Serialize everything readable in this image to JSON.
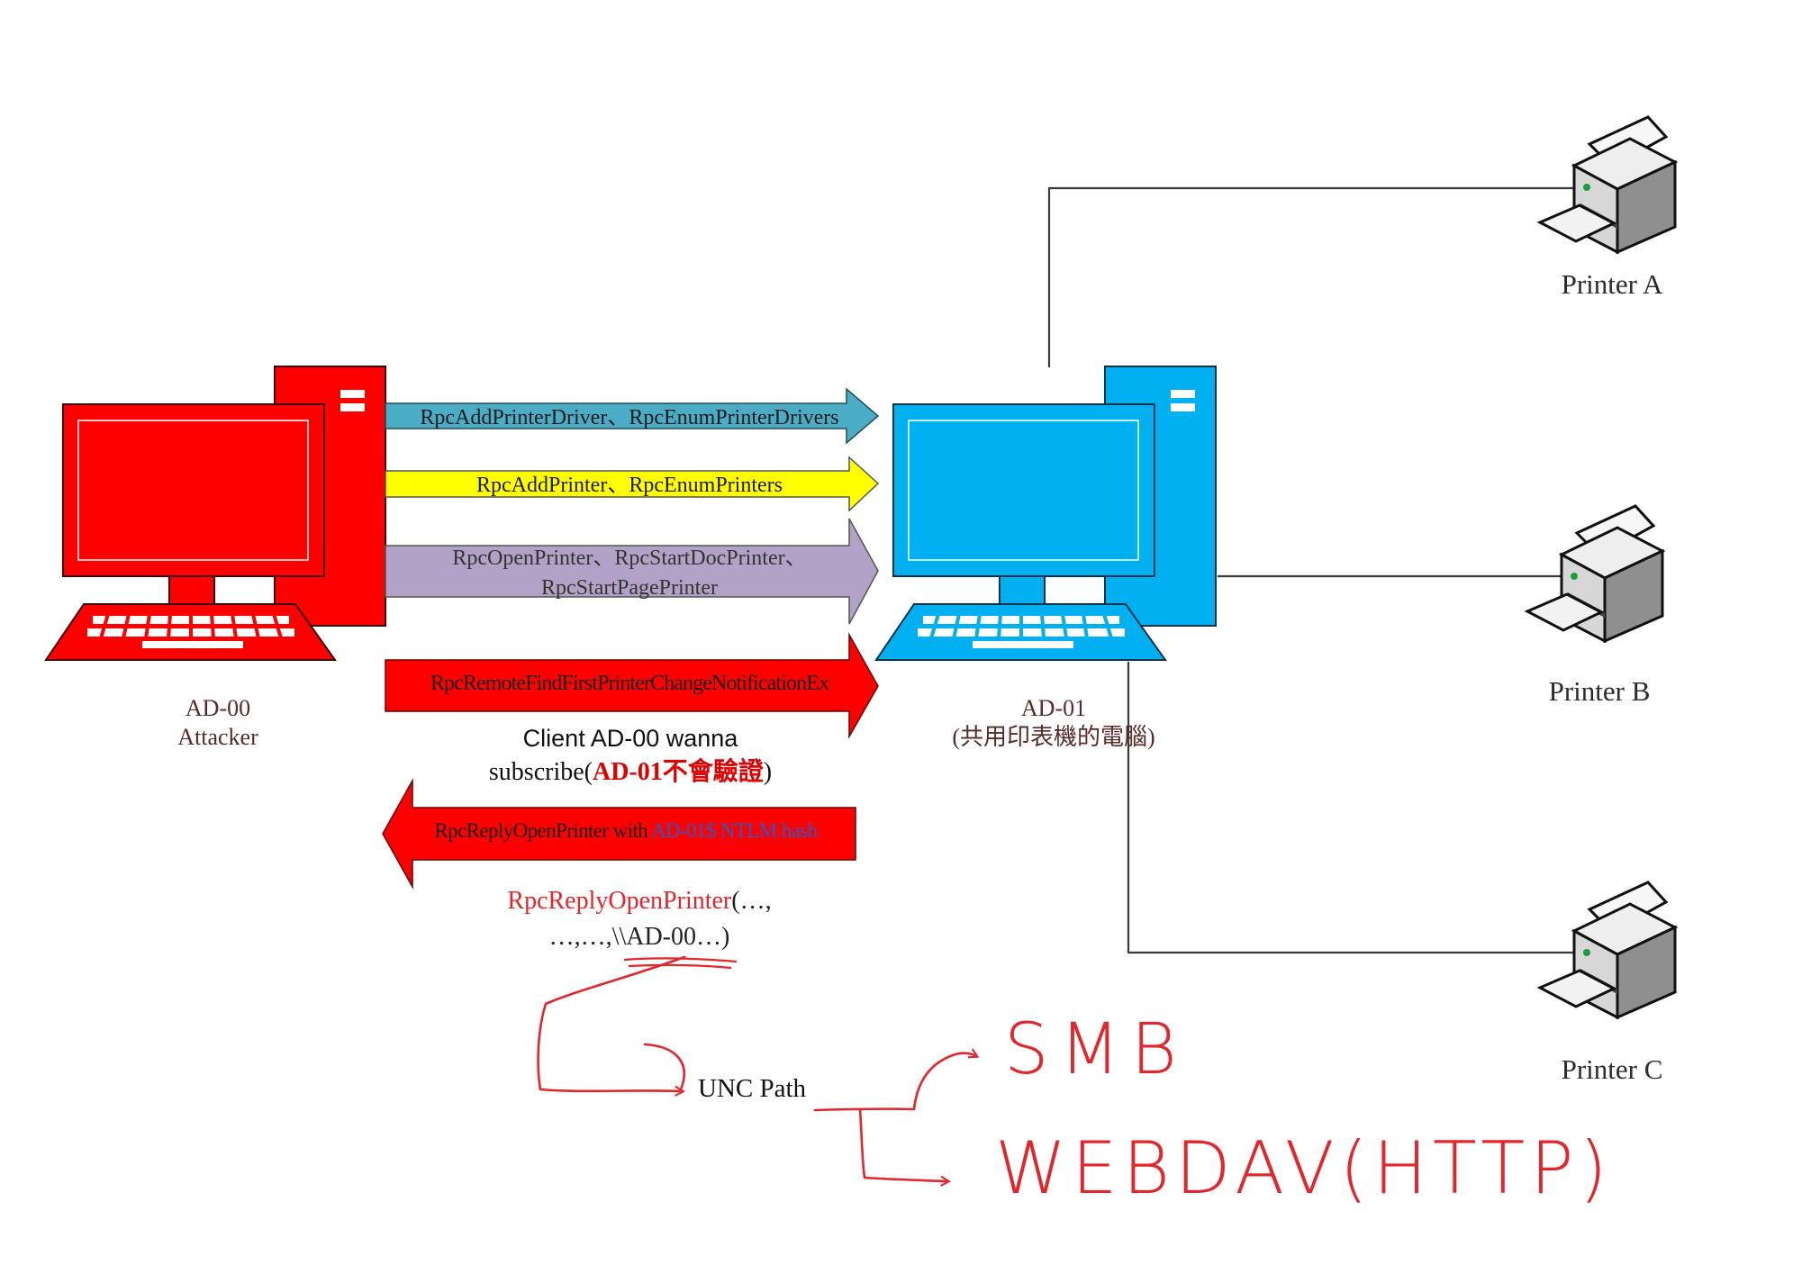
{
  "nodes": {
    "attacker": {
      "name": "AD-00",
      "role": "Attacker",
      "color": "#ff0000"
    },
    "server": {
      "name": "AD-01",
      "role": "(共用印表機的電腦)",
      "color": "#00b0f0"
    }
  },
  "printers": [
    {
      "label": "Printer A"
    },
    {
      "label": "Printer B"
    },
    {
      "label": "Printer C"
    }
  ],
  "arrows": [
    {
      "label": "RpcAddPrinterDriver、RpcEnumPrinterDrivers",
      "direction": "right",
      "color": "#4bacc6"
    },
    {
      "label": "RpcAddPrinter、RpcEnumPrinters",
      "direction": "right",
      "color": "#ffff00"
    },
    {
      "line1": "RpcOpenPrinter、RpcStartDocPrinter、",
      "line2": "RpcStartPagePrinter",
      "direction": "right",
      "color": "#b3a2c7"
    },
    {
      "label": "RpcRemoteFindFirstPrinterChangeNotificationEx",
      "direction": "right",
      "color": "#ff0000"
    },
    {
      "label_prefix": "RpcReplyOpenPrinter with ",
      "label_hash": "AD-01$ NTLM hash",
      "direction": "left",
      "color": "#ff0000"
    }
  ],
  "notes": {
    "subscribe": {
      "line1_a": "Client ",
      "line1_b": "AD-00",
      "line1_c": " wanna",
      "line2_a": "subscribe(",
      "line2_b": "AD-01不會驗證",
      "line2_c": ")"
    },
    "reply": {
      "line1_a": "RpcReplyOpenPrinter",
      "line1_b": "(…,",
      "line2": "…,…,\\\\AD-00…)"
    }
  },
  "handwritten": {
    "unc": "UNC Path",
    "smb": "SMB",
    "webdav": "WEBDAV(HTTP)"
  }
}
